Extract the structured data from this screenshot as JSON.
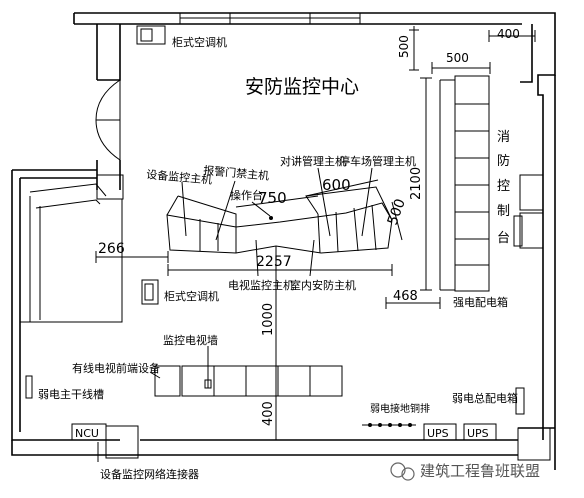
{
  "room_title": "安防监控中心",
  "labels": {
    "ac_top": "柜式空调机",
    "ac_bottom": "柜式空调机",
    "equipment_host": "设备监控主机",
    "access_host": "报警门禁主机",
    "operator_desk": "操作台",
    "intercom_host": "对讲管理主机",
    "parking_host": "停车场管理主机",
    "tv_host": "电视监控主机",
    "indoor_host": "室内安防主机",
    "fire_control_1": "消",
    "fire_control_2": "防",
    "fire_control_3": "控",
    "fire_control_4": "制",
    "fire_control_5": "台",
    "strong_box": "强电配电箱",
    "monitor_wall": "监控电视墙",
    "cable_tv": "有线电视前端设备",
    "weak_trunk": "弱电主干线槽",
    "weak_ground": "弱电接地铜排",
    "weak_box": "弱电总配电箱",
    "ncu": "NCU",
    "ups1": "UPS",
    "ups2": "UPS",
    "network_switch": "设备监控网络连接器"
  },
  "dimensions": {
    "d400_top": "400",
    "d500_top": "500",
    "d500_left": "500",
    "d750": "750",
    "d600": "600",
    "d500_desk": "500",
    "d2100": "2100",
    "d266": "266",
    "d2257": "2257",
    "d468": "468",
    "d1000": "1000",
    "d400_bottom": "400"
  },
  "watermark": "建筑工程鲁班联盟"
}
